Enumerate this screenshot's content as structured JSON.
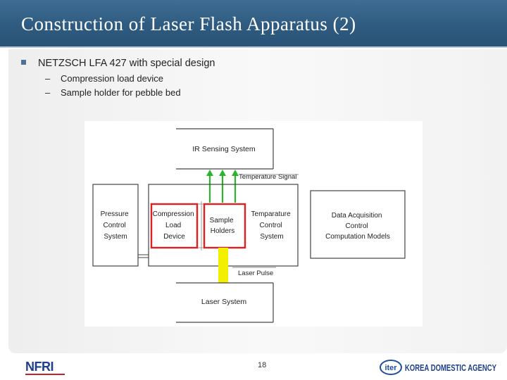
{
  "title": "Construction of Laser Flash Apparatus (2)",
  "bullet": {
    "text": "NETZSCH LFA 427 with special design",
    "sub_items": [
      {
        "dash": "–",
        "text": "Compression load device"
      },
      {
        "dash": "–",
        "text": "Sample holder for pebble bed"
      }
    ]
  },
  "diagram": {
    "ir_sensing": "IR Sensing System",
    "temperature_signal": "Temperature Signal",
    "pressure_control": [
      "Pressure",
      "Control",
      "System"
    ],
    "compression_load": [
      "Compression",
      "Load",
      "Device"
    ],
    "sample_holders": [
      "Sample",
      "Holders"
    ],
    "temperature_control": [
      "Temparature",
      "Control",
      "System"
    ],
    "data_acquisition": [
      "Data Acquisition",
      "Control",
      "Computation Models"
    ],
    "laser_pulse": "Laser Pulse",
    "laser_system": "Laser System",
    "colors": {
      "highlight": "#e02020",
      "arrow": "#2db32d",
      "laser": "#f2ef00",
      "header": "#2f5b80"
    }
  },
  "footer": {
    "page_number": "18",
    "left_logo": "NFRI",
    "right_logo_mark": "iter",
    "right_logo_text": "KOREA DOMESTIC AGENCY"
  }
}
